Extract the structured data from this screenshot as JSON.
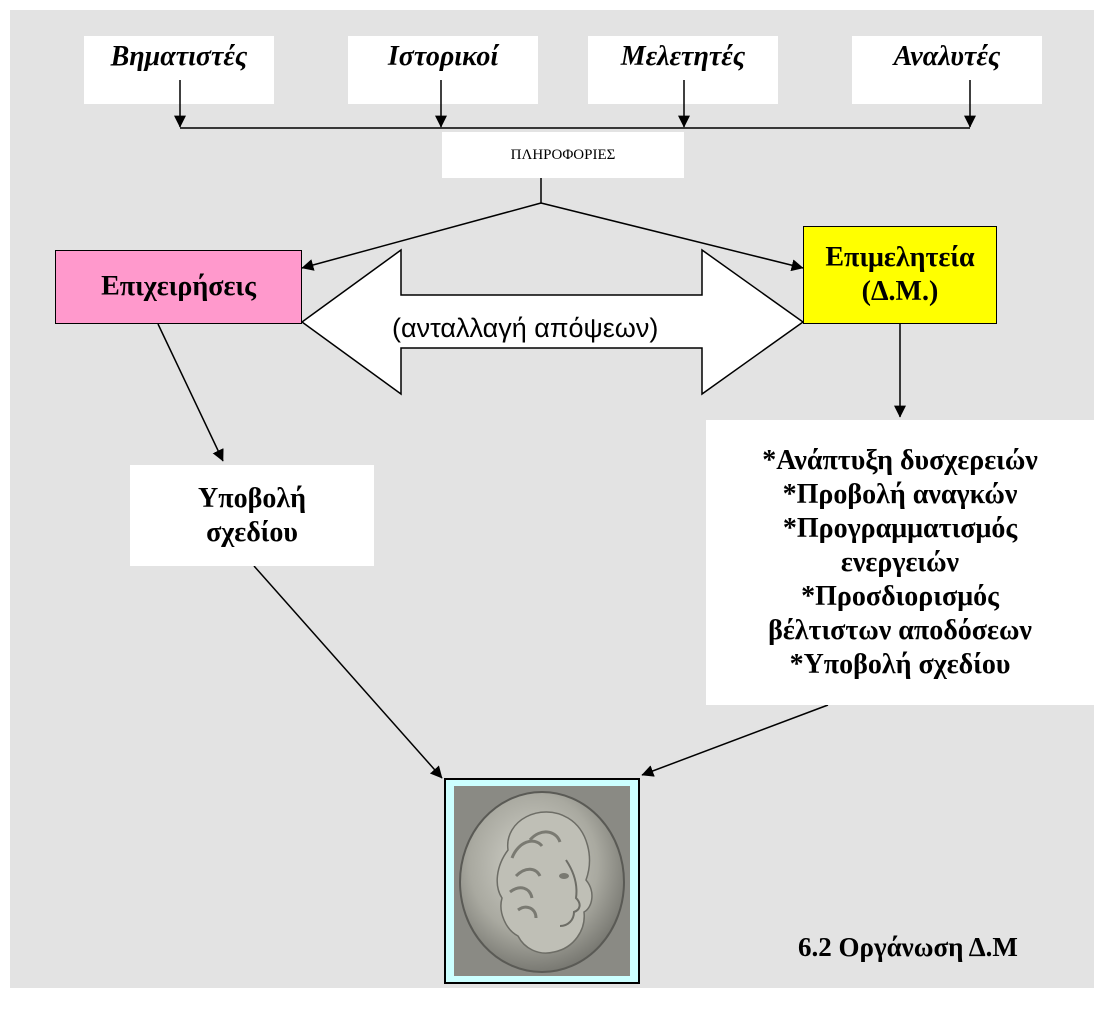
{
  "sources": [
    "Βηματιστές",
    "Ιστορικοί",
    "Μελετητές",
    "Αναλυτές"
  ],
  "information": "ΠΛΗΡΟΦΟΡΙΕΣ",
  "operations": "Επιχειρήσεις",
  "logistics": {
    "line1": "Επιμελητεία",
    "line2": "(Δ.Μ.)"
  },
  "exchange": "(ανταλλαγή απόψεων)",
  "submission": {
    "line1": "Υποβολή",
    "line2": "σχεδίου"
  },
  "logistics_tasks": [
    "*Ανάπτυξη δυσχερειών",
    "*Προβολή αναγκών",
    "*Προγραμματισμός",
    "ενεργειών",
    "*Προσδιορισμός",
    "βέλτιστων αποδόσεων",
    "*Υποβολή σχεδίου"
  ],
  "caption": "6.2 Οργάνωση Δ.Μ",
  "colors": {
    "background": "#e3e3e3",
    "operations": "#ff99cc",
    "logistics": "#ffff00",
    "coin_frame": "#ccffff"
  },
  "image": "coin-head-portrait"
}
